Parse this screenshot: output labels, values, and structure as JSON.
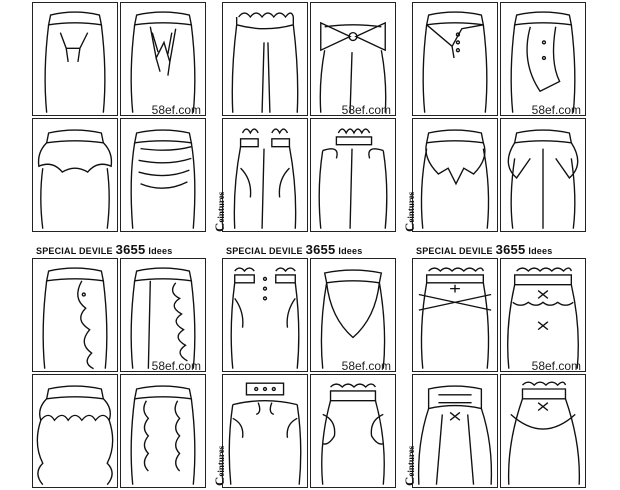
{
  "watermark": "58ef.com",
  "banner": {
    "left": "SPECIAL DEVILE",
    "number": "3655",
    "right": "Idees"
  },
  "vertical_label": {
    "cap": "C",
    "rest": "eintures"
  }
}
